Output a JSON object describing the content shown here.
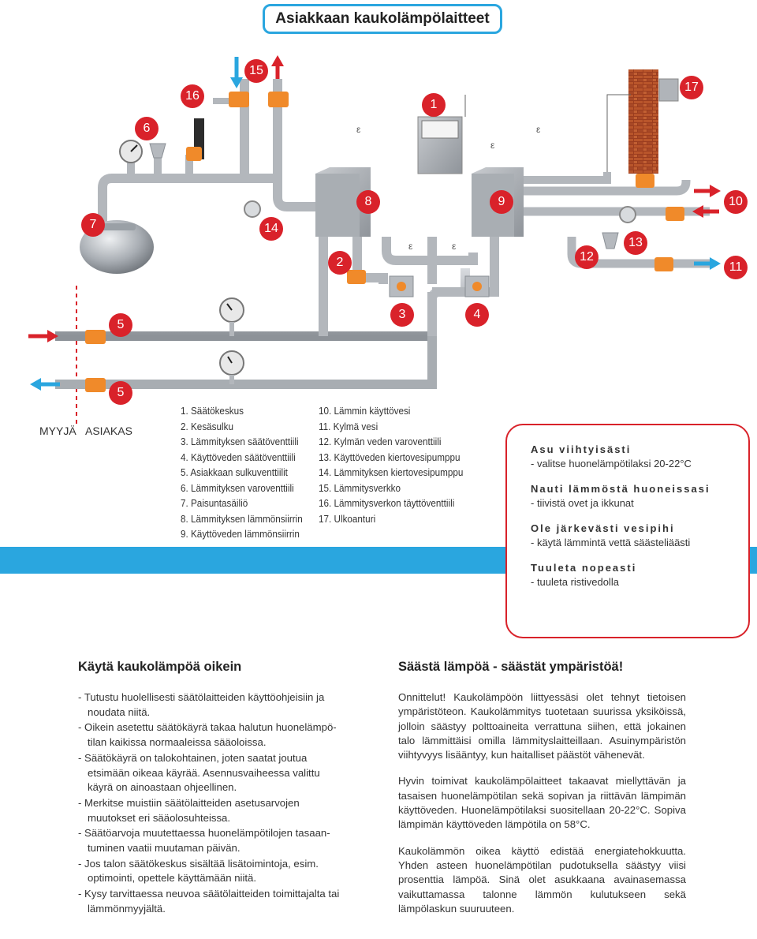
{
  "title": "Asiakkaan kaukolämpölaitteet",
  "diagram": {
    "numbers": [
      "1",
      "2",
      "3",
      "4",
      "5",
      "5",
      "6",
      "7",
      "8",
      "9",
      "10",
      "11",
      "12",
      "13",
      "14",
      "15",
      "16",
      "17"
    ],
    "side_labels": {
      "left": "MYYJÄ",
      "right": "ASIAKAS"
    }
  },
  "legend_left": [
    "1. Säätökeskus",
    "2. Kesäsulku",
    "3. Lämmityksen säätöventtiili",
    "4. Käyttöveden säätöventtiili",
    "5. Asiakkaan sulkuventtiilit",
    "6. Lämmityksen varoventtiili",
    "7. Paisuntasäiliö",
    "8. Lämmityksen lämmönsiirrin",
    "9. Käyttöveden lämmönsiirrin"
  ],
  "legend_right": [
    "10. Lämmin käyttövesi",
    "11. Kylmä vesi",
    "12. Kylmän veden varoventtiili",
    "13. Käyttöveden kiertovesipumppu",
    "14. Lämmityksen kiertovesipumppu",
    "15. Lämmitysverkko",
    "16. Lämmitysverkon täyttöventtiili",
    "17. Ulkoanturi"
  ],
  "tips": [
    {
      "heading": "Asu viihtyisästi",
      "text": "- valitse huonelämpötilaksi 20-22°C"
    },
    {
      "heading": "Nauti lämmöstä huoneissasi",
      "text": "- tiivistä ovet ja ikkunat"
    },
    {
      "heading": "Ole järkevästi vesipihi",
      "text": "- käytä lämmintä vettä säästeliäästi"
    },
    {
      "heading": "Tuuleta nopeasti",
      "text": "- tuuleta ristivedolla"
    }
  ],
  "left_section": {
    "title": "Käytä kaukolämpöä oikein",
    "items": [
      [
        "- Tutustu huolellisesti säätölaitteiden käyttöohjeisiin ja",
        "noudata niitä."
      ],
      [
        "- Oikein asetettu säätökäyrä takaa halutun huonelämpö-",
        "tilan kaikissa normaaleissa sääoloissa."
      ],
      [
        "- Säätökäyrä on talokohtainen, joten saatat joutua",
        "etsimään oikeaa käyrää. Asennusvaiheessa valittu",
        "käyrä on ainoastaan ohjeellinen."
      ],
      [
        "- Merkitse muistiin säätölaitteiden asetusarvojen",
        "muutokset eri sääolosuhteissa."
      ],
      [
        "- Säätöarvoja muutettaessa huonelämpötilojen tasaan-",
        "tuminen vaatii muutaman päivän."
      ],
      [
        "- Jos talon säätökeskus sisältää lisätoimintoja, esim.",
        "optimointi, opettele käyttämään niitä."
      ],
      [
        "- Kysy tarvittaessa neuvoa säätölaitteiden toimittajalta tai",
        "lämmönmyyjältä."
      ]
    ]
  },
  "right_section": {
    "title": "Säästä lämpöä - säästät ympäristöä!",
    "paragraphs": [
      "Onnittelut! Kaukolämpöön liittyessäsi olet tehnyt tietoisen ympäristöteon. Kaukolämmitys tuotetaan suurissa yksiköissä, jolloin säästyy polttoaineita verrattuna siihen, että jokainen talo lämmittäisi omilla lämmityslaitteillaan. Asuinympäristön viihtyvyys lisääntyy, kun haitalliset päästöt vähenevät.",
      "Hyvin toimivat kaukolämpölaitteet takaavat miellyttävän ja tasaisen huonelämpötilan sekä sopivan ja riittävän lämpimän käyttöveden. Huonelämpötilaksi suositellaan 20-22°C. Sopiva lämpimän käyttöveden lämpötila on 58°C.",
      "Kaukolämmön oikea käyttö edistää energiatehokkuutta. Yhden asteen huonelämpötilan pudotuksella säästyy viisi prosenttia lämpöä. Sinä olet asukkaana avainasemassa vaikuttamassa talonne lämmön kulutukseen sekä lämpölaskun suuruuteen."
    ]
  },
  "colors": {
    "accent_blue": "#2aa6df",
    "accent_red": "#d9222a",
    "orange": "#f08a2a",
    "pipe": "#a9aeb4"
  }
}
